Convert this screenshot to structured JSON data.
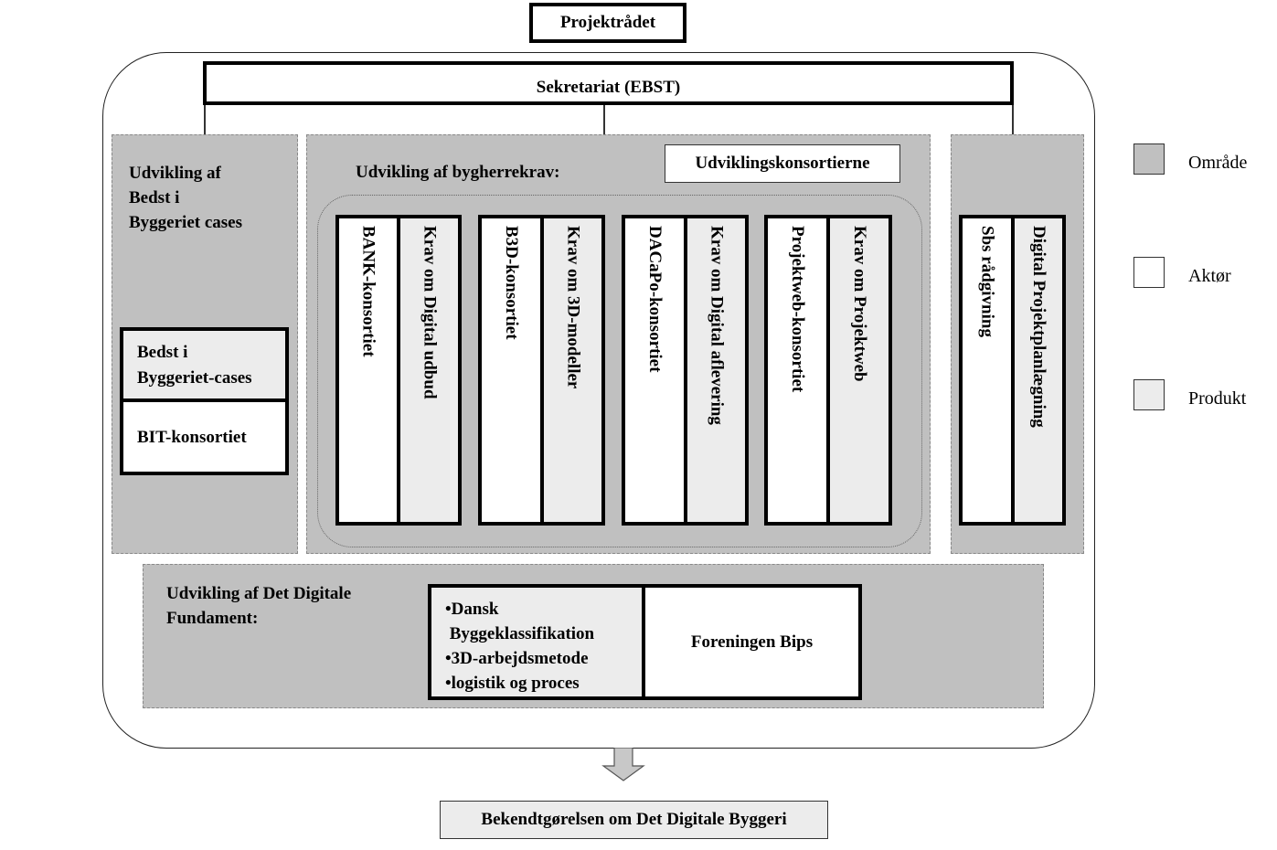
{
  "top": {
    "projektraadet": "Projektrådet",
    "sekretariat": "Sekretariat (EBST)"
  },
  "left_area": {
    "title": "Udvikling af\nBedst i\nByggeriet cases",
    "product": "Bedst i\nByggeriet-cases",
    "actor": "BIT-konsortiet"
  },
  "middle_area": {
    "title": "Udvikling af bygherrekrav:",
    "actor_label": "Udviklingskonsortierne",
    "pairs": [
      {
        "actor": "BANK-konsortiet",
        "product": "Krav om Digital udbud"
      },
      {
        "actor": "B3D-konsortiet",
        "product": "Krav om 3D-modeller"
      },
      {
        "actor": "DACaPo-konsortiet",
        "product": "Krav om Digital aflevering"
      },
      {
        "actor": "Projektweb-konsortiet",
        "product": "Krav om Projektweb"
      }
    ]
  },
  "right_area": {
    "actor": "Sbs rådgivning",
    "product": "Digital Projektplanlægning"
  },
  "bottom_area": {
    "title": "Udvikling af Det Digitale\nFundament:",
    "product_items": [
      "•Dansk\n Byggeklassifikation",
      "•3D-arbejdsmetode",
      "•logistik og proces"
    ],
    "actor": "Foreningen Bips"
  },
  "result": "Bekendtgørelsen om Det Digitale Byggeri",
  "legend": [
    {
      "label": "Område",
      "color": "#c0c0c0"
    },
    {
      "label": "Aktør",
      "color": "#ffffff"
    },
    {
      "label": "Produkt",
      "color": "#ececec"
    }
  ]
}
